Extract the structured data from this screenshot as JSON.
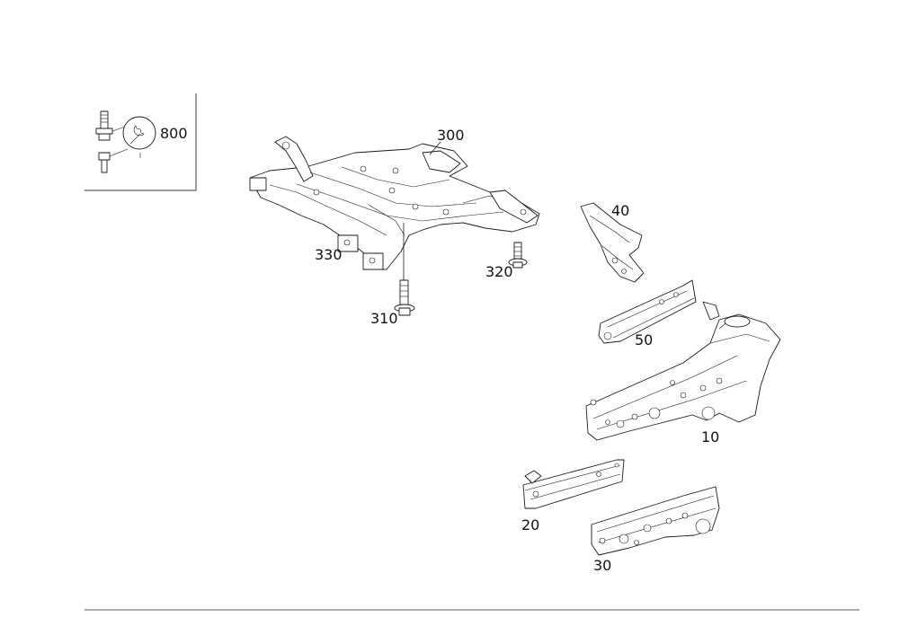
{
  "callouts": {
    "c800": "800",
    "c300": "300",
    "c40": "40",
    "c330": "330",
    "c320": "320",
    "c310": "310",
    "c50": "50",
    "c10": "10",
    "c20": "20",
    "c30": "30"
  },
  "icons": {
    "tool_symbol": "wrench-icon"
  },
  "colors": {
    "line": "#1a1a1a",
    "background": "#ffffff"
  }
}
